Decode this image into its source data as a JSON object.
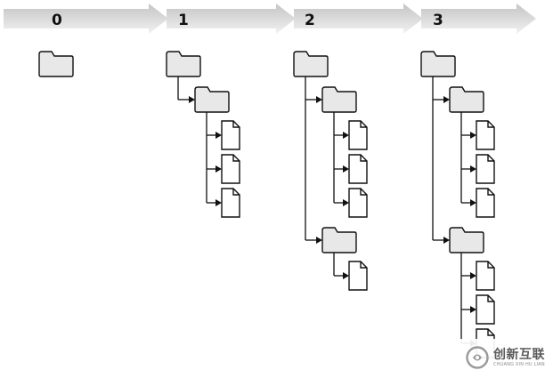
{
  "revisions": [
    {
      "label": "0",
      "tree": {
        "type": "folder",
        "children": []
      }
    },
    {
      "label": "1",
      "tree": {
        "type": "folder",
        "children": [
          {
            "type": "folder",
            "children": [
              {
                "type": "file"
              },
              {
                "type": "file"
              },
              {
                "type": "file"
              }
            ]
          }
        ]
      }
    },
    {
      "label": "2",
      "tree": {
        "type": "folder",
        "children": [
          {
            "type": "folder",
            "children": [
              {
                "type": "file"
              },
              {
                "type": "file"
              },
              {
                "type": "file"
              }
            ]
          },
          {
            "type": "folder",
            "children": [
              {
                "type": "file"
              }
            ]
          }
        ]
      }
    },
    {
      "label": "3",
      "tree": {
        "type": "folder",
        "children": [
          {
            "type": "folder",
            "children": [
              {
                "type": "file"
              },
              {
                "type": "file"
              },
              {
                "type": "file"
              }
            ]
          },
          {
            "type": "folder",
            "children": [
              {
                "type": "file"
              },
              {
                "type": "file"
              },
              {
                "type": "file"
              }
            ]
          }
        ]
      }
    }
  ],
  "watermark": {
    "name": "创新互联",
    "sub": "CHUANG XIN HU LIAN"
  },
  "colors": {
    "arrow_fill_start": "#c4c4c4",
    "arrow_fill_end": "#f2f2f2",
    "folder_fill": "#e8e8e8",
    "file_fill": "#ffffff",
    "line": "#111111",
    "watermark_logo": "#9a9a9a"
  }
}
